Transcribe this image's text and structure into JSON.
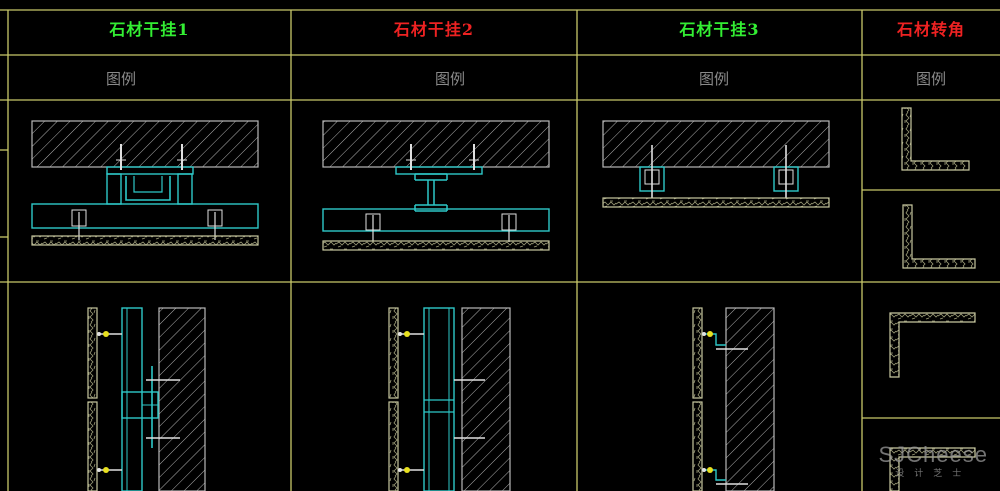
{
  "columns": [
    {
      "title": "石材干挂1",
      "title_color": "#33ee33",
      "legend_label": "图例"
    },
    {
      "title": "石材干挂2",
      "title_color": "#ee2222",
      "legend_label": "图例"
    },
    {
      "title": "石材干挂3",
      "title_color": "#33ee33",
      "legend_label": "图例"
    },
    {
      "title": "石材转角",
      "title_color": "#ee2222",
      "legend_label": "图例"
    }
  ],
  "watermark": {
    "brand": "SJCheese",
    "sub": "设计芝士"
  },
  "colors": {
    "grid": "#c8c86a",
    "wall": "#b8b8b8",
    "steel": "#2ec8c8",
    "stone": "#c8c8a0",
    "bolt": "#e0e0e0",
    "clip": "#e8e020"
  }
}
